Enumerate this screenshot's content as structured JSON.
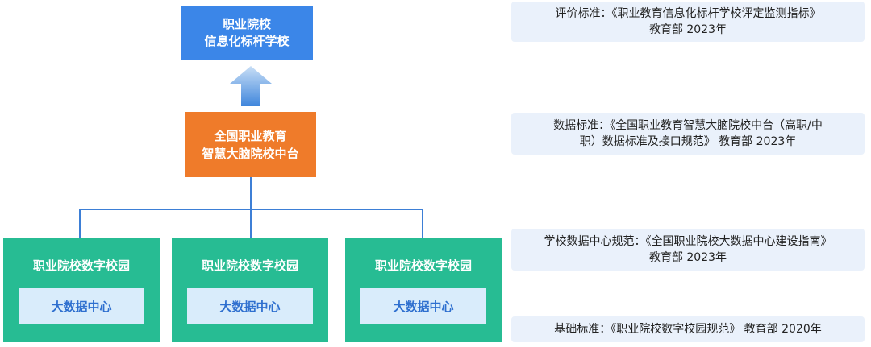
{
  "nodes": {
    "top": {
      "line1": "职业院校",
      "line2": "信息化标杆学校"
    },
    "middle": {
      "line1": "全国职业教育",
      "line2": "智慧大脑院校中台"
    },
    "campuses": [
      {
        "title": "职业院校数字校园",
        "inner": "大数据中心"
      },
      {
        "title": "职业院校数字校园",
        "inner": "大数据中心"
      },
      {
        "title": "职业院校数字校园",
        "inner": "大数据中心"
      }
    ]
  },
  "standards": [
    {
      "line1": "评价标准：《职业教育信息化标杆学校评定监测指标》",
      "line2": "教育部 2023年"
    },
    {
      "line1": "数据标准：《全国职业教育智慧大脑院校中台（高职/中",
      "line2": "职）数据标准及接口规范》 教育部 2023年"
    },
    {
      "line1": "学校数据中心规范：《全国职业院校大数据中心建设指南》",
      "line2": "教育部 2023年"
    },
    {
      "line1": "基础标准：《职业院校数字校园规范》 教育部 2020年",
      "line2": ""
    }
  ],
  "colors": {
    "top_box": "#3b86e8",
    "middle_box": "#ef7b2a",
    "campus_box": "#27bc93",
    "inner_box": "#d9ecfb",
    "connector": "#3d7fd6",
    "standard_panel": "#eaf1fb"
  }
}
